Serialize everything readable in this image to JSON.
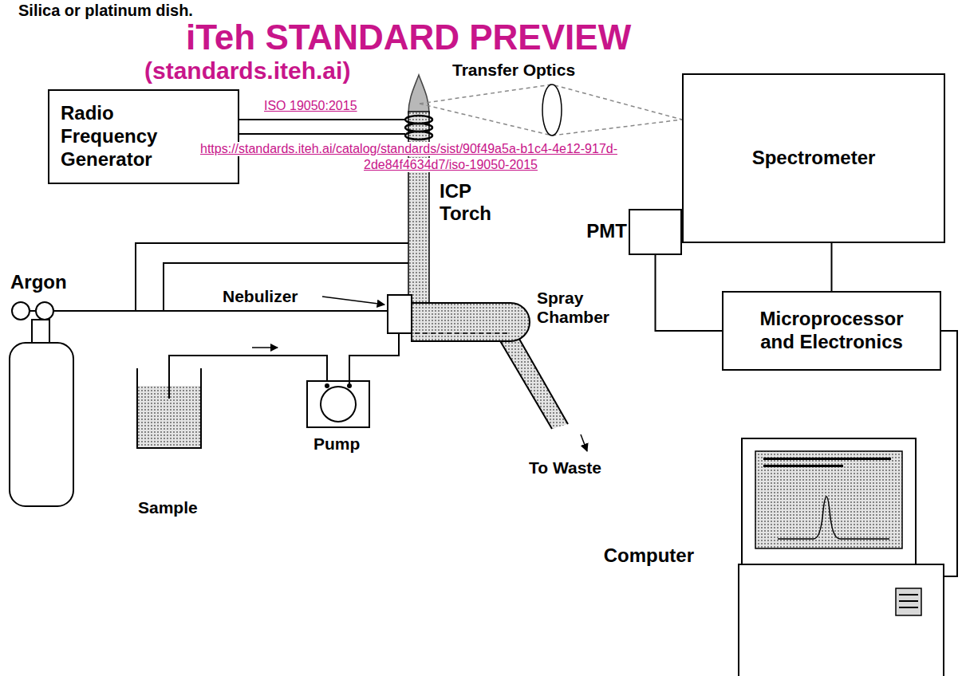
{
  "diagram": {
    "nodes": [
      {
        "text": [
          "Radio Frequency Generator"
        ]
      },
      {
        "text": [
          "Spectrometer"
        ]
      },
      {
        "text": [
          "PMT"
        ]
      },
      {
        "text": [
          "Microprocessor and Electronics"
        ]
      },
      {
        "text": [
          "Computer"
        ]
      }
    ],
    "edges": [
      {
        "from": 2,
        "to": 3,
        "arrow": "none"
      },
      {
        "from": 1,
        "to": 3,
        "arrow": "none"
      },
      {
        "from": 3,
        "to": 4,
        "arrow": "none"
      }
    ],
    "labels": [
      "Silica or platinum dish.",
      "iTeh STANDARD PREVIEW",
      "(standards.iteh.ai)",
      "Transfer Optics",
      "ISO 19050:2015",
      "https://standards.iteh.ai/catalog/standards/sist/90f49a5a-b1c4-4e12-917d-",
      "2de84f4634d7/iso-19050-2015",
      "ICP Torch",
      "Argon",
      "Nebulizer",
      "Spray Chamber",
      "To Waste",
      "Sample",
      "Pump"
    ]
  }
}
